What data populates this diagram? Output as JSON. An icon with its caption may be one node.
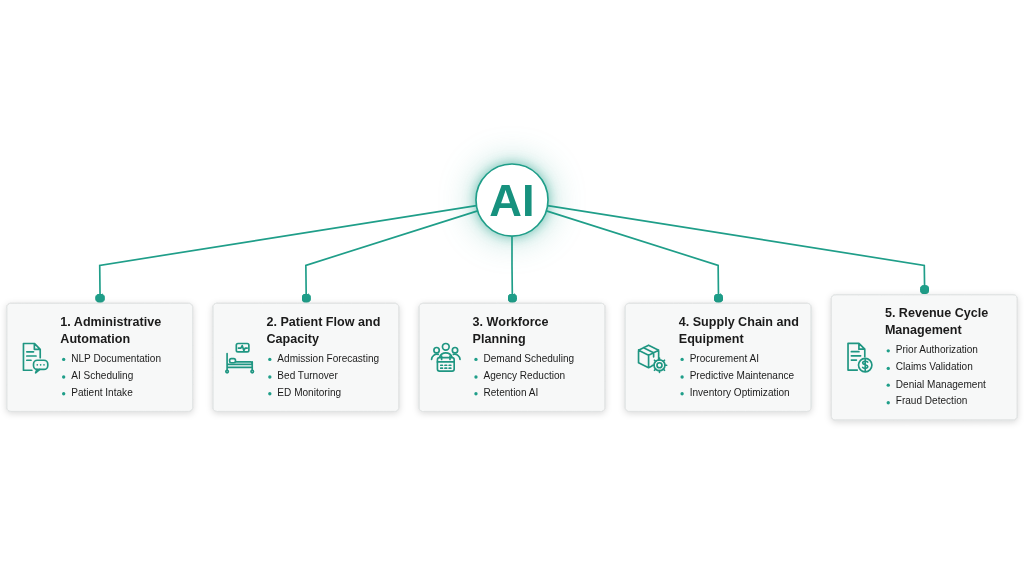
{
  "diagram": {
    "nodes": [
      {
        "text": [
          "1. Administrative Automation",
          "NLP Documentation",
          "AI Scheduling",
          "Patient Intake"
        ]
      },
      {
        "text": [
          "2. Patient Flow and Capacity",
          "Admission Forecasting",
          "Bed Turnover",
          "ED Monitoring"
        ]
      },
      {
        "text": [
          "3. Workforce Planning",
          "Demand Scheduling",
          "Agency Reduction",
          "Retention AI"
        ]
      },
      {
        "text": [
          "AI"
        ]
      },
      {
        "text": [
          "4. Supply Chain and Equipment",
          "Procurement AI",
          "Predictive Maintenance",
          "Inventory Optimization"
        ]
      },
      {
        "text": [
          "5. Revenue Cycle Management",
          "Prior Authorization",
          "Claims Validation",
          "Denial Management",
          "Fraud Detection"
        ]
      }
    ],
    "edges": [
      {
        "from": 3,
        "to": 0,
        "arrow": "other"
      },
      {
        "from": 3,
        "to": 1,
        "arrow": "other"
      },
      {
        "from": 3,
        "to": 2,
        "arrow": "other"
      },
      {
        "from": 3,
        "to": 4,
        "arrow": "other"
      },
      {
        "from": 3,
        "to": 5,
        "arrow": "other"
      }
    ]
  }
}
